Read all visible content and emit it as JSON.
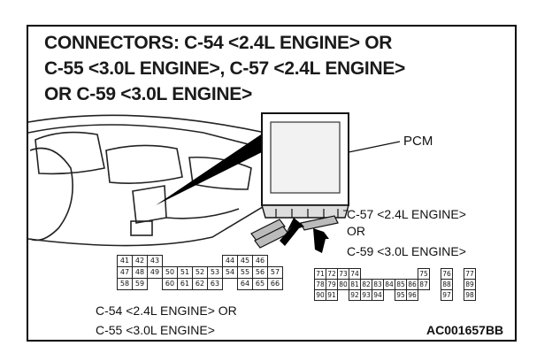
{
  "title": {
    "line1": "CONNECTORS: C-54 <2.4L ENGINE> OR",
    "line2": "C-55 <3.0L ENGINE>, C-57 <2.4L ENGINE>",
    "line3": "OR C-59 <3.0L ENGINE>"
  },
  "labels": {
    "pcm": "PCM",
    "c57": "C-57 <2.4L ENGINE>",
    "or": "OR",
    "c59": "C-59 <3.0L ENGINE>",
    "c54": "C-54 <2.4L ENGINE> OR",
    "c55": "C-55 <3.0L ENGINE>"
  },
  "figure_code": "AC001657BB",
  "connector_c54_pins": [
    [
      "41",
      "42",
      "43",
      "",
      "",
      "",
      "",
      "44",
      "45",
      "46"
    ],
    [
      "47",
      "48",
      "49",
      "50",
      "51",
      "52",
      "53",
      "54",
      "55",
      "56",
      "57"
    ],
    [
      "58",
      "59",
      "",
      "60",
      "61",
      "62",
      "63",
      "",
      "64",
      "65",
      "66"
    ]
  ],
  "connector_c57_pins": [
    [
      "71",
      "72",
      "73",
      "74",
      "",
      "",
      "",
      "",
      "",
      "75",
      "",
      "76",
      "",
      "77"
    ],
    [
      "78",
      "79",
      "80",
      "81",
      "82",
      "83",
      "84",
      "85",
      "86",
      "87",
      "",
      "88",
      "",
      "89"
    ],
    [
      "90",
      "91",
      "",
      "92",
      "93",
      "94",
      "",
      "95",
      "96",
      "",
      "",
      "97",
      "",
      "98"
    ]
  ]
}
